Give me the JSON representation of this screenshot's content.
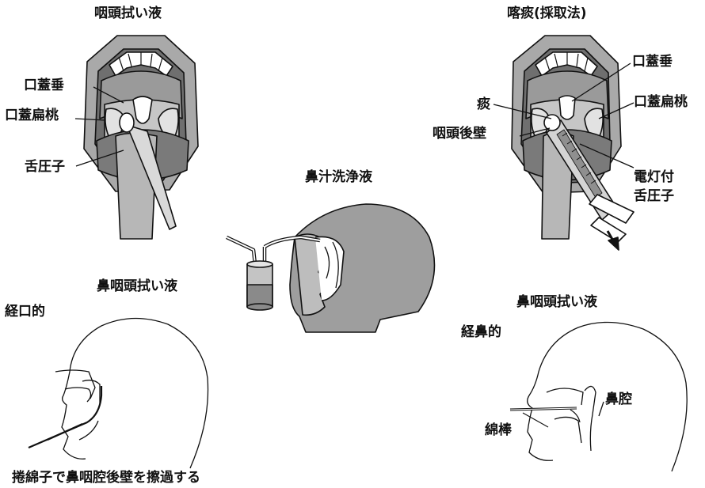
{
  "title_pharyngeal_swab": "咽頭拭い液",
  "title_sputum": "喀痰(採取法)",
  "title_nasal_wash": "鼻汁洗浄液",
  "title_nasopharyngeal_swab_oral": "鼻咽頭拭い液",
  "title_nasopharyngeal_swab_nasal": "鼻咽頭拭い液",
  "label_oral_route": "経口的",
  "label_nasal_route": "経鼻的",
  "label_uvula_left": "口蓋垂",
  "label_tonsil_left": "口蓋扁桃",
  "label_tongue_depressor": "舌圧子",
  "label_sputum": "痰",
  "label_posterior_wall": "咽頭後壁",
  "label_uvula_right": "口蓋垂",
  "label_tonsil_right": "口蓋扁桃",
  "label_lighted_depressor_line1": "電灯付",
  "label_lighted_depressor_line2": "舌圧子",
  "label_nasal_cavity": "鼻腔",
  "label_cotton_swab": "綿棒",
  "caption_bottom": "捲綿子で鼻咽腔後壁を擦過する",
  "colors": {
    "outline": "#111111",
    "light_gray": "#c9c9c9",
    "mid_gray": "#9a9a9a",
    "dark_gray": "#6e6e6e",
    "white": "#ffffff"
  }
}
